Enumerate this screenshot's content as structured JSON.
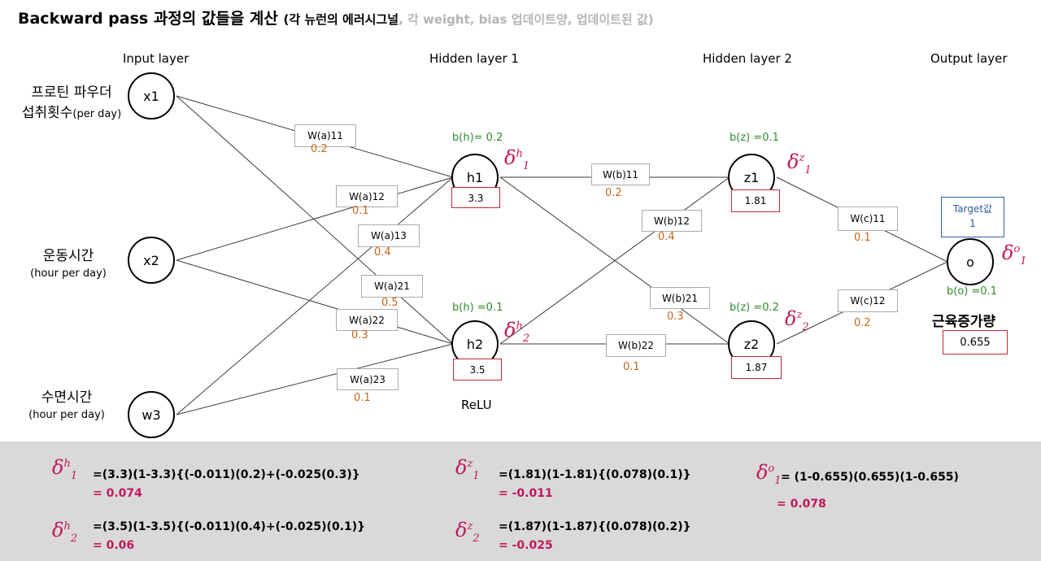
{
  "title": {
    "main": "Backward pass 과정의 값들을 계산",
    "paren_black": "(각 뉴런의 에러시그널",
    "paren_gray": ", 각 weight, bias 업데이트양, 업데이트된 값)"
  },
  "layers": {
    "input": "Input layer",
    "hidden1": "Hidden layer 1",
    "hidden2": "Hidden layer 2",
    "output": "Output layer"
  },
  "inputs": [
    {
      "label_line1": "프로틴 파우더",
      "label_line2": "섭취횟수",
      "label_small": "(per day)",
      "node": "x1"
    },
    {
      "label_line1": "운동시간",
      "label_line2": "",
      "label_small": "(hour per day)",
      "node": "x2"
    },
    {
      "label_line1": "수면시간",
      "label_line2": "",
      "label_small": "(hour per day)",
      "node": "w3"
    }
  ],
  "hidden1": [
    {
      "node": "h1",
      "value": "3.3",
      "bias": "b(h)= 0.2"
    },
    {
      "node": "h2",
      "value": "3.5",
      "bias": "b(h) =0.1"
    }
  ],
  "hidden2": [
    {
      "node": "z1",
      "value": "1.81",
      "bias": "b(z) =0.1"
    },
    {
      "node": "z2",
      "value": "1.87",
      "bias": "b(z) =0.2"
    }
  ],
  "output": {
    "node": "o",
    "bias": "b(o) =0.1",
    "target_label": "Target값",
    "target_value": "1",
    "name": "근육증가량",
    "value": "0.655"
  },
  "activation": "ReLU",
  "weights": {
    "a11": {
      "label": "W(a)11",
      "value": "0.2"
    },
    "a12": {
      "label": "W(a)12",
      "value": "0.1"
    },
    "a13": {
      "label": "W(a)13",
      "value": "0.4"
    },
    "a21": {
      "label": "W(a)21",
      "value": "0.5"
    },
    "a22": {
      "label": "W(a)22",
      "value": "0.3"
    },
    "a23": {
      "label": "W(a)23",
      "value": "0.1"
    },
    "b11": {
      "label": "W(b)11",
      "value": "0.2"
    },
    "b12": {
      "label": "W(b)12",
      "value": "0.4"
    },
    "b21": {
      "label": "W(b)21",
      "value": "0.3"
    },
    "b22": {
      "label": "W(b)22",
      "value": "0.1"
    },
    "c11": {
      "label": "W(c)11",
      "value": "0.1"
    },
    "c12": {
      "label": "W(c)12",
      "value": "0.2"
    }
  },
  "deltas": {
    "h1": {
      "sup": "h",
      "sub": "1"
    },
    "h2": {
      "sup": "h",
      "sub": "2"
    },
    "z1": {
      "sup": "z",
      "sub": "1"
    },
    "z2": {
      "sup": "z",
      "sub": "2"
    },
    "o1": {
      "sup": "o",
      "sub": "1"
    }
  },
  "equations": {
    "h1": {
      "expr": "=(3.3)(1-3.3){(-0.011)(0.2)+(-0.025(0.3)}",
      "result": "= 0.074"
    },
    "h2": {
      "expr": "=(3.5)(1-3.5){(-0.011)(0.4)+(-0.025)(0.1)}",
      "result": "= 0.06"
    },
    "z1": {
      "expr": "=(1.81)(1-1.81){(0.078)(0.1)}",
      "result": "= -0.011"
    },
    "z2": {
      "expr": "=(1.87)(1-1.87){(0.078)(0.2)}",
      "result": "= -0.025"
    },
    "o1": {
      "expr": "= (1-0.655)(0.655)(1-0.655)",
      "result": "= 0.078"
    }
  },
  "colors": {
    "weight_value": "#c5661a",
    "bias": "#2e8b2e",
    "delta": "#c2185b",
    "value_box": "#c0283a",
    "target": "#2c5d9e",
    "panel": "#d9d9d9"
  }
}
